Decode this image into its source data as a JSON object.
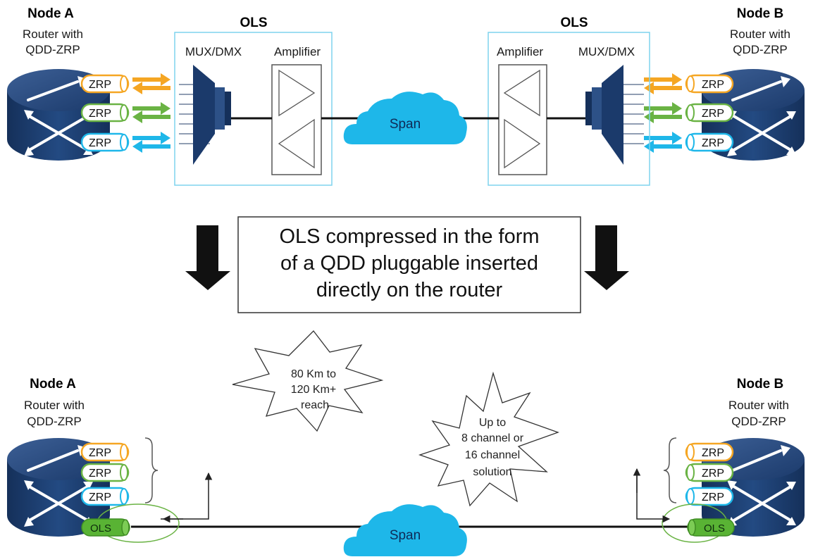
{
  "top": {
    "nodeA": {
      "name": "Node A",
      "line1": "Router with",
      "line2": "QDD-ZRP"
    },
    "nodeB": {
      "name": "Node B",
      "line1": "Router with",
      "line2": "QDD-ZRP"
    },
    "olsLeft": {
      "title": "OLS",
      "mux": "MUX/DMX",
      "amp": "Amplifier"
    },
    "olsRight": {
      "title": "OLS",
      "mux": "MUX/DMX",
      "amp": "Amplifier"
    },
    "span": "Span",
    "transceivers": [
      "ZRP",
      "ZRP",
      "ZRP"
    ]
  },
  "middle": {
    "lines": [
      "OLS compressed in the form",
      "of a QDD pluggable inserted",
      "directly on the router"
    ]
  },
  "bottom": {
    "nodeA": {
      "name": "Node A",
      "line1": "Router with",
      "line2": "QDD-ZRP"
    },
    "nodeB": {
      "name": "Node B",
      "line1": "Router with",
      "line2": "QDD-ZRP"
    },
    "transceivers": [
      "ZRP",
      "ZRP",
      "ZRP"
    ],
    "ols": "OLS",
    "span": "Span",
    "reach": [
      "80 Km to",
      "120 Km+",
      "reach"
    ],
    "channels": [
      "Up to",
      "8 channel or",
      "16 channel",
      "solution"
    ]
  },
  "colors": {
    "router": "#1b3a6b",
    "orange": "#f5a623",
    "green": "#6ab344",
    "blue": "#1eb7e9",
    "cloud": "#1eb7e9",
    "olsFrame": "#7fd3ee",
    "olsPluggable": "#59b334"
  }
}
